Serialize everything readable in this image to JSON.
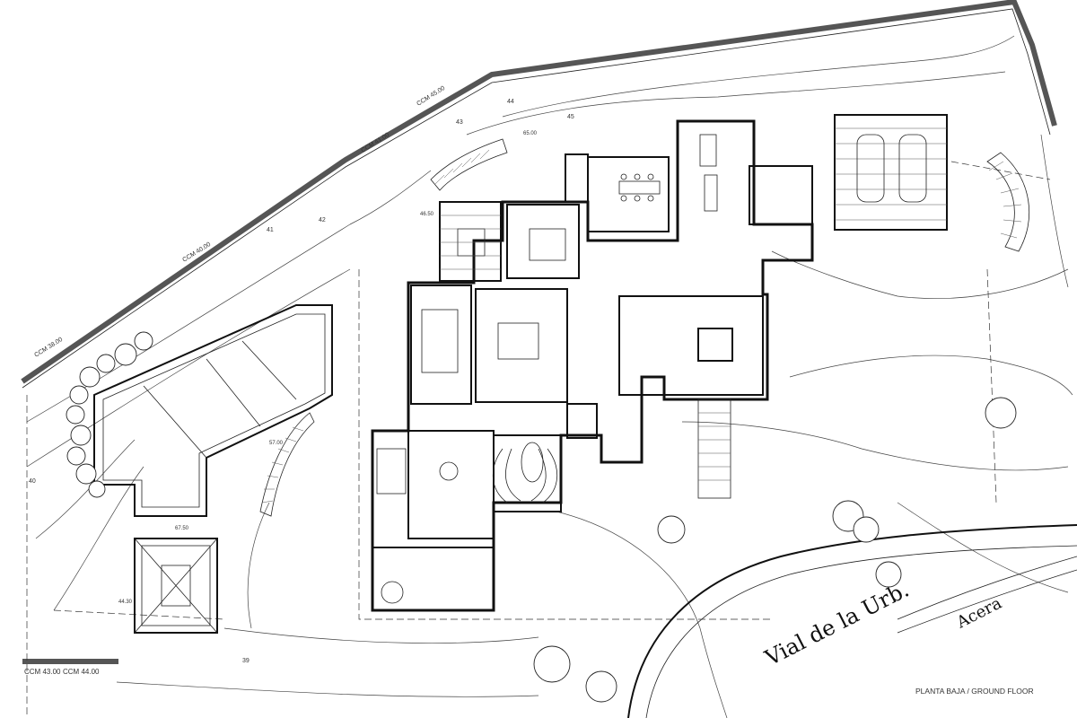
{
  "drawing": {
    "title": "PLANTA BAJA / GROUND FLOOR",
    "road_label": "Vial de la Urb.",
    "sidewalk_label": "Acera"
  },
  "boundary_labels": [
    "CCM 43.00",
    "CCM 44.00",
    "CCM 41.00",
    "CCM 40.00",
    "CCM 38.00",
    "CCM 45.00"
  ],
  "contour_numbers": [
    "41",
    "42",
    "43",
    "44",
    "45",
    "40",
    "39"
  ],
  "spot_levels": [
    "65.00",
    "57.00",
    "44.30",
    "67.50",
    "46.50"
  ]
}
